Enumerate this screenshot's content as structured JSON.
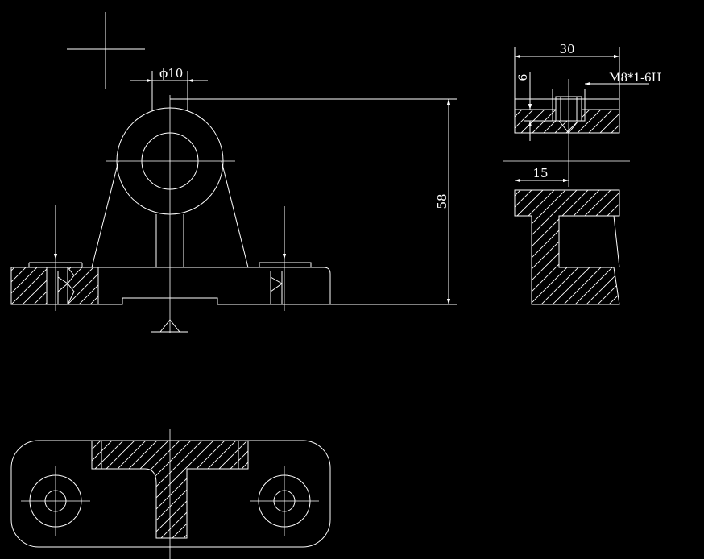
{
  "drawing": {
    "background": "#000000",
    "line_color": "#ffffff",
    "dimensions": {
      "diameter_label": "ϕ10",
      "height_label": "58",
      "width_label": "30",
      "depth_label": "6",
      "offset_label": "15",
      "thread_label": "M8*1-6H"
    }
  }
}
